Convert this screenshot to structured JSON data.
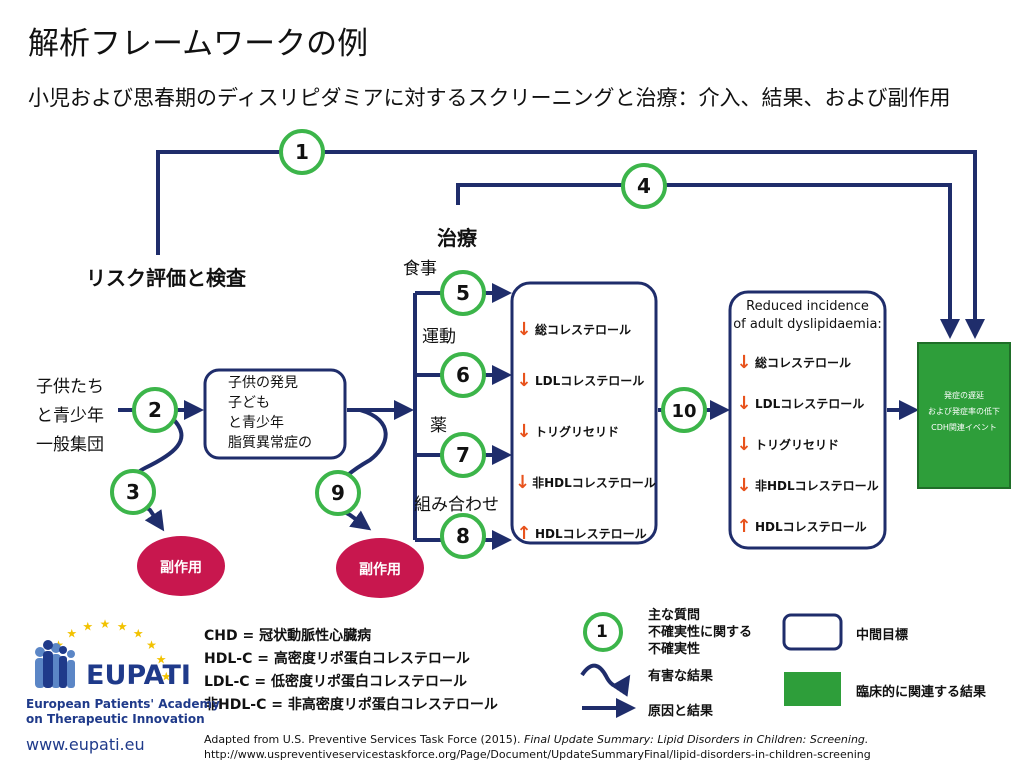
{
  "title": "解析フレームワークの例",
  "subtitle": "小児および思春期のディスリピダミアに対するスクリーニングと治療：介入、結果、および副作用",
  "labels": {
    "risk": "リスク評価と検査",
    "treatment": "治療",
    "diet": "食事",
    "exercise": "運動",
    "drug": "薬",
    "combo": "組み合わせ",
    "population": [
      "子供たち",
      "と青少年",
      "一般集団"
    ],
    "detect": [
      "子供の発見",
      "子ども",
      "と青少年",
      "脂質異常症の"
    ],
    "adverse": "副作用",
    "reduced": [
      "Reduced incidence",
      "of adult dyslipidaemia:"
    ],
    "green": [
      "発症の遅延",
      "および発症率の低下",
      "CDH関連イベント"
    ]
  },
  "circles": [
    "1",
    "2",
    "3",
    "4",
    "5",
    "6",
    "7",
    "8",
    "9",
    "10"
  ],
  "box1": [
    {
      "dir": "down",
      "text": "総コレステロール"
    },
    {
      "dir": "down",
      "text": "LDLコレステロール"
    },
    {
      "dir": "down",
      "text": "トリグリセリド"
    },
    {
      "dir": "down",
      "text": "非HDLコレステロール"
    },
    {
      "dir": "up",
      "text": "HDLコレステロール"
    }
  ],
  "box2": [
    {
      "dir": "down",
      "text": "総コレステロール"
    },
    {
      "dir": "down",
      "text": "LDLコレステロール"
    },
    {
      "dir": "down",
      "text": "トリグリセリド"
    },
    {
      "dir": "down",
      "text": "非HDLコレステロール"
    },
    {
      "dir": "up",
      "text": "HDLコレステロール"
    }
  ],
  "abbreviations": [
    "CHD = 冠状動脈性心臓病",
    "HDL-C = 高密度リポ蛋白コレステロール",
    "LDL-C = 低密度リポ蛋白コレステロール",
    "非HDL-C = 非高密度リポ蛋白コレステロール"
  ],
  "legend": {
    "circle_num": "1",
    "question": [
      "主な質問",
      "不確実性に関する",
      "不確実性"
    ],
    "harm": "有害な結果",
    "cause": "原因と結果",
    "intermediate": "中間目標",
    "clinical": "臨床的に関連する結果"
  },
  "logo": {
    "name": "EUPATI",
    "line1": "European Patients' Academy",
    "line2": "on Therapeutic Innovation",
    "url": "www.eupati.eu"
  },
  "source": {
    "line1_plain": "Adapted from U.S. Preventive Services Task Force (2015). ",
    "line1_italic": "Final Update Summary: Lipid Disorders in Children: Screening.",
    "line2": "http://www.uspreventiveservicestaskforce.org/Page/Document/UpdateSummaryFinal/lipid-disorders-in-children-screening"
  },
  "colors": {
    "navy": "#1f2d6b",
    "green_ring": "#3cb54a",
    "green_box": "#2e9e3a",
    "adverse": "#c8174e",
    "arrow_orange": "#e8531d",
    "star": "#f2c200"
  }
}
